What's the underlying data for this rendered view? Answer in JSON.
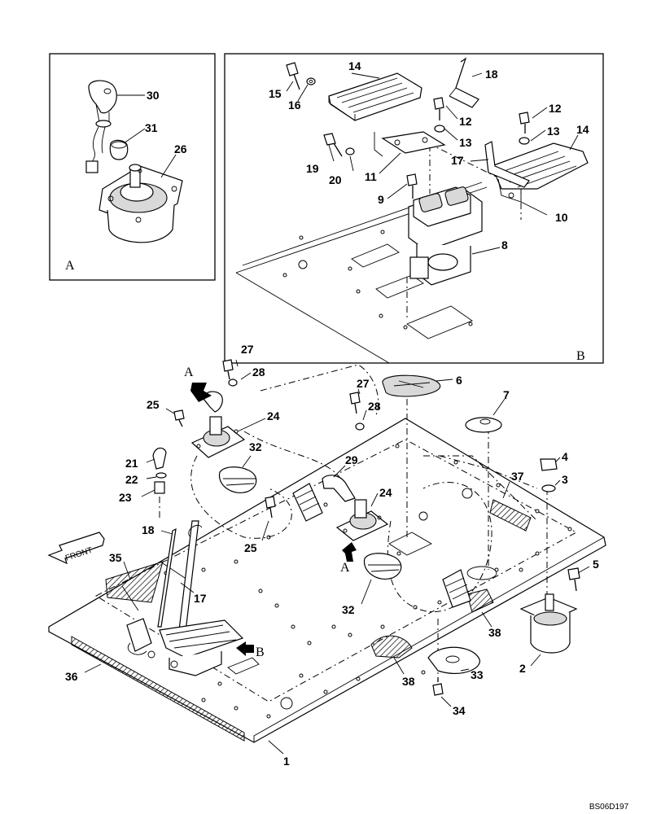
{
  "detail_a": {
    "letter": "A"
  },
  "detail_b": {
    "letter": "B"
  },
  "front_label": "FRONT",
  "code": "BS06D197",
  "view_markers": {
    "a1": "A",
    "a2": "A",
    "b": "B"
  },
  "callouts": [
    {
      "id": "30",
      "text": "30"
    },
    {
      "id": "31",
      "text": "31"
    },
    {
      "id": "26",
      "text": "26"
    },
    {
      "id": "15",
      "text": "15"
    },
    {
      "id": "16",
      "text": "16"
    },
    {
      "id": "14a",
      "text": "14"
    },
    {
      "id": "18a",
      "text": "18"
    },
    {
      "id": "12a",
      "text": "12"
    },
    {
      "id": "13a",
      "text": "13"
    },
    {
      "id": "12b",
      "text": "12"
    },
    {
      "id": "13b",
      "text": "13"
    },
    {
      "id": "14b",
      "text": "14"
    },
    {
      "id": "17a",
      "text": "17"
    },
    {
      "id": "19",
      "text": "19"
    },
    {
      "id": "20",
      "text": "20"
    },
    {
      "id": "11",
      "text": "11"
    },
    {
      "id": "9",
      "text": "9"
    },
    {
      "id": "10",
      "text": "10"
    },
    {
      "id": "8",
      "text": "8"
    },
    {
      "id": "27a",
      "text": "27"
    },
    {
      "id": "28a",
      "text": "28"
    },
    {
      "id": "25a",
      "text": "25"
    },
    {
      "id": "24a",
      "text": "24"
    },
    {
      "id": "6",
      "text": "6"
    },
    {
      "id": "27b",
      "text": "27"
    },
    {
      "id": "28b",
      "text": "28"
    },
    {
      "id": "7",
      "text": "7"
    },
    {
      "id": "32a",
      "text": "32"
    },
    {
      "id": "21",
      "text": "21"
    },
    {
      "id": "22",
      "text": "22"
    },
    {
      "id": "23",
      "text": "23"
    },
    {
      "id": "29",
      "text": "29"
    },
    {
      "id": "4",
      "text": "4"
    },
    {
      "id": "3",
      "text": "3"
    },
    {
      "id": "37",
      "text": "37"
    },
    {
      "id": "24b",
      "text": "24"
    },
    {
      "id": "18b",
      "text": "18"
    },
    {
      "id": "25b",
      "text": "25"
    },
    {
      "id": "35",
      "text": "35"
    },
    {
      "id": "17b",
      "text": "17"
    },
    {
      "id": "5",
      "text": "5"
    },
    {
      "id": "32b",
      "text": "32"
    },
    {
      "id": "38a",
      "text": "38"
    },
    {
      "id": "36",
      "text": "36"
    },
    {
      "id": "38b",
      "text": "38"
    },
    {
      "id": "33",
      "text": "33"
    },
    {
      "id": "2",
      "text": "2"
    },
    {
      "id": "34",
      "text": "34"
    },
    {
      "id": "1",
      "text": "1"
    }
  ]
}
